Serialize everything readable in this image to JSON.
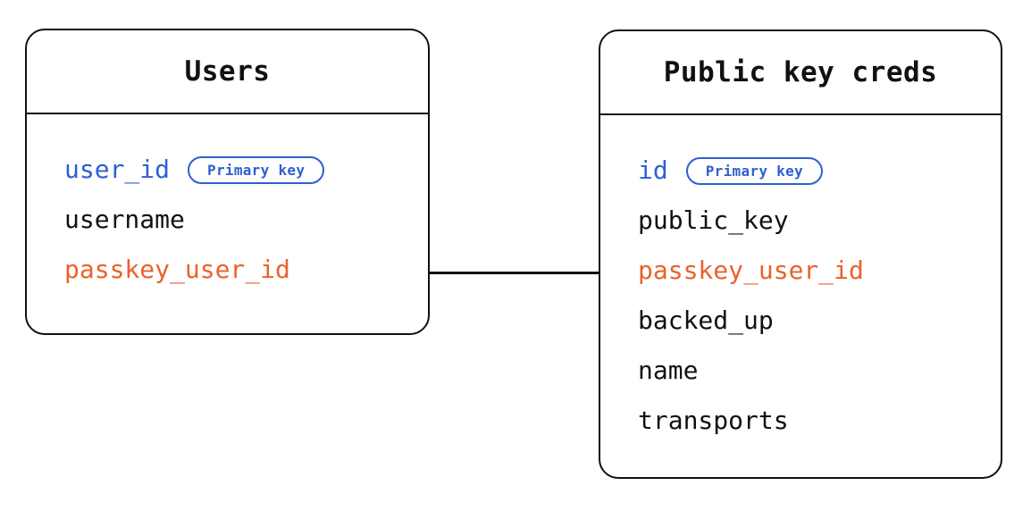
{
  "diagram": {
    "type": "entity-relationship",
    "background_color": "#ffffff",
    "colors": {
      "border": "#111111",
      "text": "#111111",
      "key_blue": "#2F5FD0",
      "foreign_orange": "#E8632A"
    },
    "entities": [
      {
        "id": "users",
        "title": "Users",
        "fields": [
          {
            "name": "user_id",
            "color": "blue",
            "badge": "Primary key"
          },
          {
            "name": "username",
            "color": "black",
            "badge": null
          },
          {
            "name": "passkey_user_id",
            "color": "orange",
            "badge": null
          }
        ]
      },
      {
        "id": "public-key-creds",
        "title": "Public key creds",
        "fields": [
          {
            "name": "id",
            "color": "blue",
            "badge": "Primary key"
          },
          {
            "name": "public_key",
            "color": "black",
            "badge": null
          },
          {
            "name": "passkey_user_id",
            "color": "orange",
            "badge": null
          },
          {
            "name": "backed_up",
            "color": "black",
            "badge": null
          },
          {
            "name": "name",
            "color": "black",
            "badge": null
          },
          {
            "name": "transports",
            "color": "black",
            "badge": null
          }
        ]
      }
    ],
    "relationships": [
      {
        "id": "users-to-creds",
        "from": "users",
        "to": "public-key-creds",
        "from_field": "passkey_user_id",
        "to_field": "passkey_user_id",
        "label": ""
      }
    ]
  }
}
